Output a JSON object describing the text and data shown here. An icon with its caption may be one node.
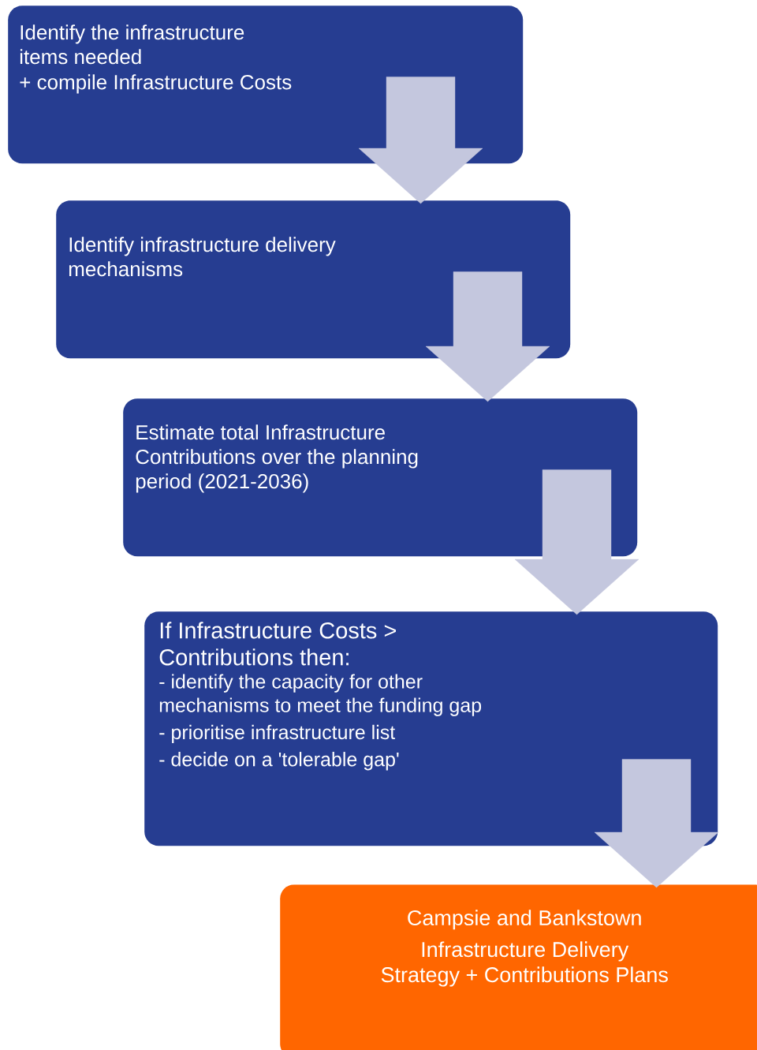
{
  "diagram": {
    "nodes": [
      {
        "text": [
          "Identify the infrastructure items needed",
          "+ compile Infrastructure Costs"
        ]
      },
      {
        "text": [
          "Identify infrastructure delivery mechanisms"
        ]
      },
      {
        "text": [
          "Estimate total Infrastructure Contributions over the planning period (2021-2036)"
        ]
      },
      {
        "text": [
          "If Infrastructure Costs > Contributions then:",
          "- identify the capacity for other mechanisms to meet the funding gap",
          "- prioritise infrastructure list",
          "- decide on a 'tolerable gap'"
        ]
      },
      {
        "text": [
          "Campsie and Bankstown",
          "Infrastructure Delivery Strategy + Contributions Plans"
        ]
      }
    ],
    "edges": [
      {
        "from": 0,
        "to": 1,
        "arrow": "to"
      },
      {
        "from": 1,
        "to": 2,
        "arrow": "to"
      },
      {
        "from": 2,
        "to": 3,
        "arrow": "to"
      },
      {
        "from": 3,
        "to": 4,
        "arrow": "to"
      }
    ]
  }
}
